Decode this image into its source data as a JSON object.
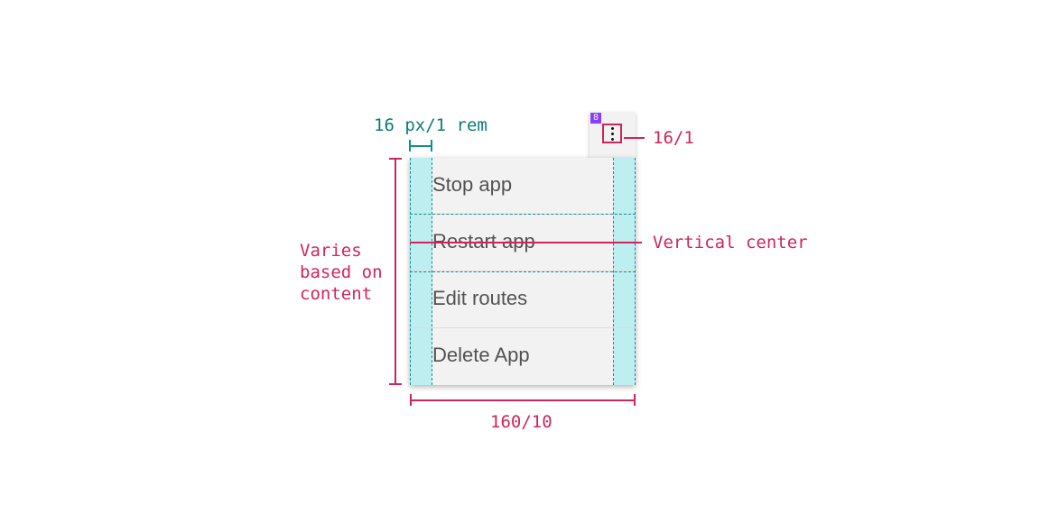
{
  "badge": "8",
  "menu": {
    "items": [
      {
        "label": "Stop app"
      },
      {
        "label": "Restart app"
      },
      {
        "label": "Edit routes"
      },
      {
        "label": "Delete App"
      }
    ]
  },
  "annotations": {
    "padding": "16 px/1 rem",
    "icon_size": "16/1",
    "vertical_center": "Vertical center",
    "height_line1": "Varies",
    "height_line2": "based on",
    "height_line3": "content",
    "width": "160/10"
  },
  "colors": {
    "annotation": "#d0255c",
    "spacing": "#0e8f8f",
    "padding_fill": "#bdeff0",
    "menu_bg": "#f2f2f2",
    "badge": "#8a3ffc"
  },
  "icons": [
    "overflow-menu-vertical-icon"
  ]
}
